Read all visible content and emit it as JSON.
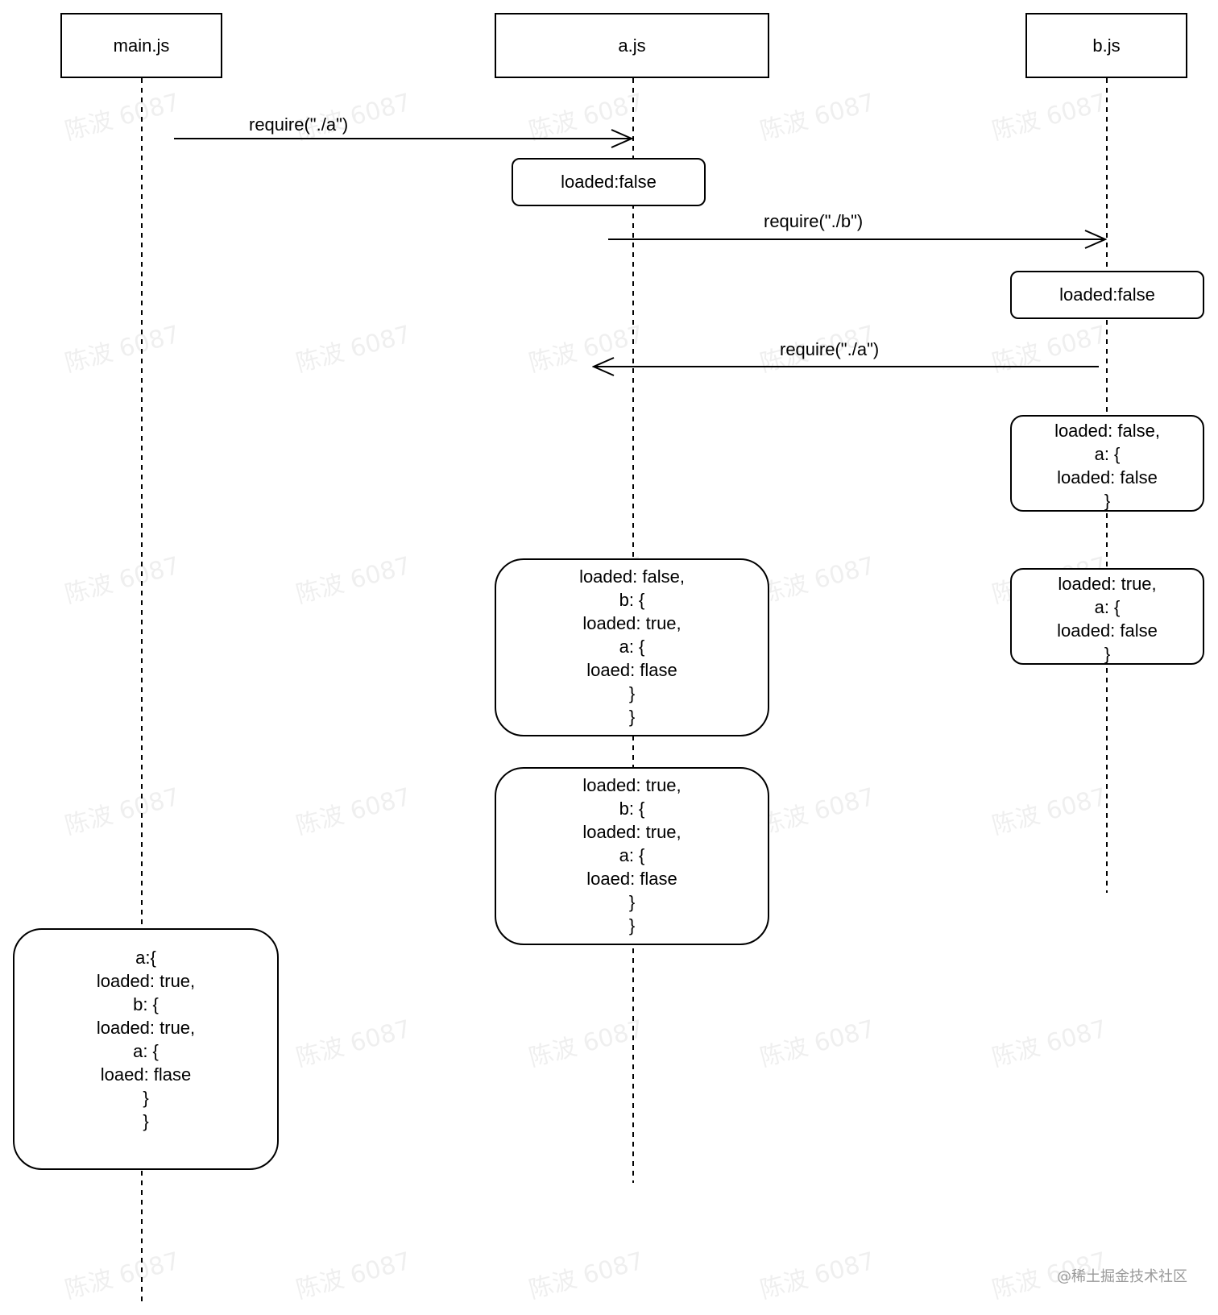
{
  "participants": {
    "main": "main.js",
    "a": "a.js",
    "b": "b.js"
  },
  "messages": {
    "m1": "require(\"./a\")",
    "m2": "require(\"./b\")",
    "m3": "require(\"./a\")"
  },
  "notes": {
    "a_loaded": "loaded:false",
    "b_loaded": "loaded:false"
  },
  "states": {
    "b_state1": [
      "loaded: false,",
      "a: {",
      "loaded: false",
      "}"
    ],
    "b_state2": [
      "loaded: true,",
      "a: {",
      "loaded: false",
      "}"
    ],
    "a_state1": [
      "loaded: false,",
      "b: {",
      "loaded: true,",
      "a: {",
      "loaed: flase",
      "}",
      "}"
    ],
    "a_state2": [
      "loaded: true,",
      "b: {",
      "loaded: true,",
      "a: {",
      "loaed: flase",
      "}",
      "}"
    ],
    "main_state": [
      "a:{",
      "loaded: true,",
      "b: {",
      "loaded: true,",
      "a: {",
      "loaed: flase",
      "}",
      "",
      "}"
    ]
  },
  "watermark": "陈波 6087",
  "credit": "@稀土掘金技术社区",
  "colors": {
    "line": "#000000",
    "watermark": "#000000",
    "credit": "#9a9a9a"
  }
}
